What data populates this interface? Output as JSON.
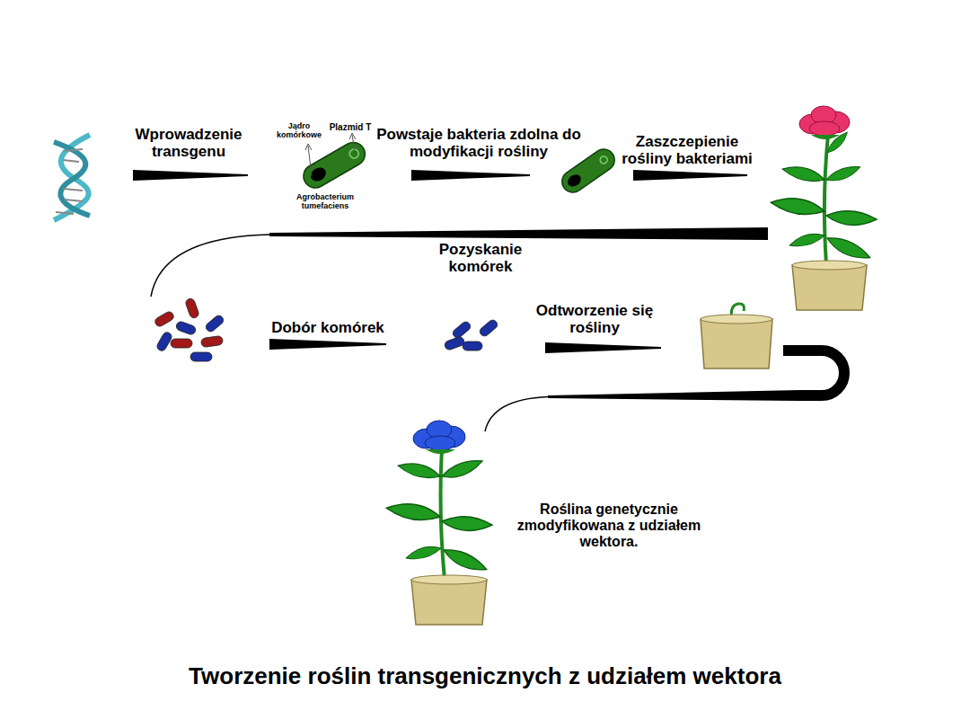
{
  "diagram": {
    "caption": "Tworzenie roślin transgenicznych z udziałem wektora",
    "labels": [
      "Wprowadzenie transgenu",
      "Jądro komórkowe",
      "Plazmid T",
      "Agrobacterium tumefaciens",
      "Powstaje bakteria zdolna do modyfikacji rośliny",
      "Zaszczepienie rośliny bakteriami",
      "Pozyskanie komórek",
      "Dobór komórek",
      "Odtworzenie się rośliny",
      "Roślina genetycznie zmodyfikowana z udziałem wektora."
    ]
  }
}
